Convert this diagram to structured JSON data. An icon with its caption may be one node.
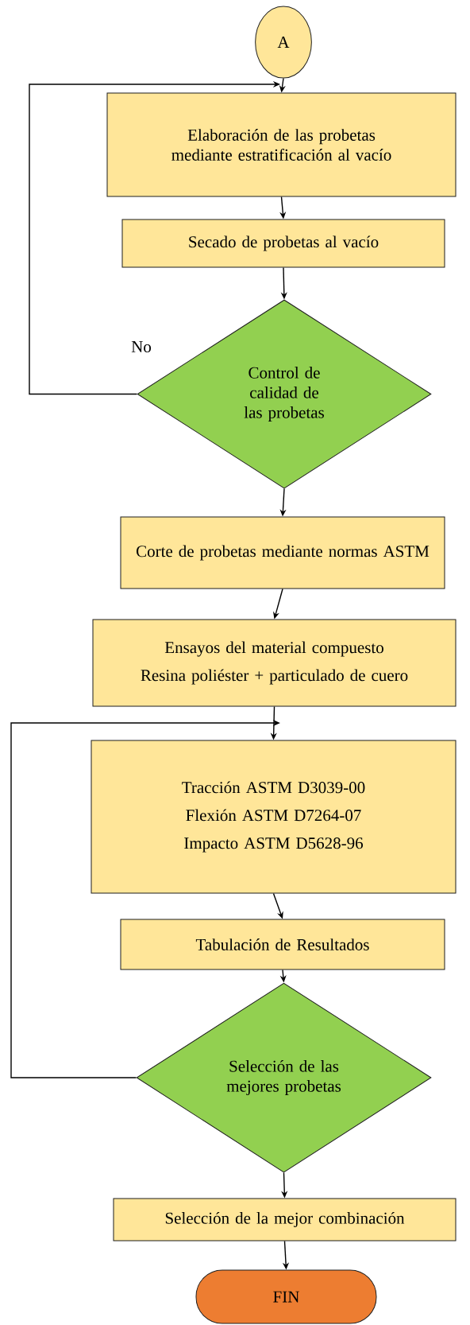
{
  "diagram": {
    "nodes": [
      {
        "text": [
          "A"
        ]
      },
      {
        "text": [
          "Elaboración de las probetas mediante estratificación al vacío"
        ]
      },
      {
        "text": [
          "Secado de probetas al vacío"
        ]
      },
      {
        "text": [
          "Control de calidad de las probetas"
        ]
      },
      {
        "text": [
          "Corte de probetas mediante normas ASTM"
        ]
      },
      {
        "text": [
          "Ensayos del material compuesto",
          "Resina poliéster + particulado de cuero"
        ]
      },
      {
        "text": [
          "Tracción ASTM D3039-00",
          "Flexión ASTM D7264-07",
          "Impacto ASTM D5628-96"
        ]
      },
      {
        "text": [
          "Tabulación de Resultados"
        ]
      },
      {
        "text": [
          "Selección de las mejores probetas"
        ]
      },
      {
        "text": [
          "Selección de la mejor combinación"
        ]
      },
      {
        "text": [
          "FIN"
        ]
      }
    ],
    "edges": [
      {
        "from": 0,
        "to": 1,
        "arrow": "to"
      },
      {
        "from": 1,
        "to": 2,
        "arrow": "to"
      },
      {
        "from": 2,
        "to": 3,
        "arrow": "to"
      },
      {
        "from": 3,
        "to": 1,
        "arrow": "to",
        "label": "No"
      },
      {
        "from": 3,
        "to": 4,
        "arrow": "to"
      },
      {
        "from": 4,
        "to": 5,
        "arrow": "to"
      },
      {
        "from": 5,
        "to": 6,
        "arrow": "to"
      },
      {
        "from": 6,
        "to": 7,
        "arrow": "to"
      },
      {
        "from": 7,
        "to": 8,
        "arrow": "to"
      },
      {
        "from": 8,
        "to": 6,
        "arrow": "to"
      },
      {
        "from": 8,
        "to": 9,
        "arrow": "to"
      },
      {
        "from": 9,
        "to": 10,
        "arrow": "to"
      }
    ]
  }
}
